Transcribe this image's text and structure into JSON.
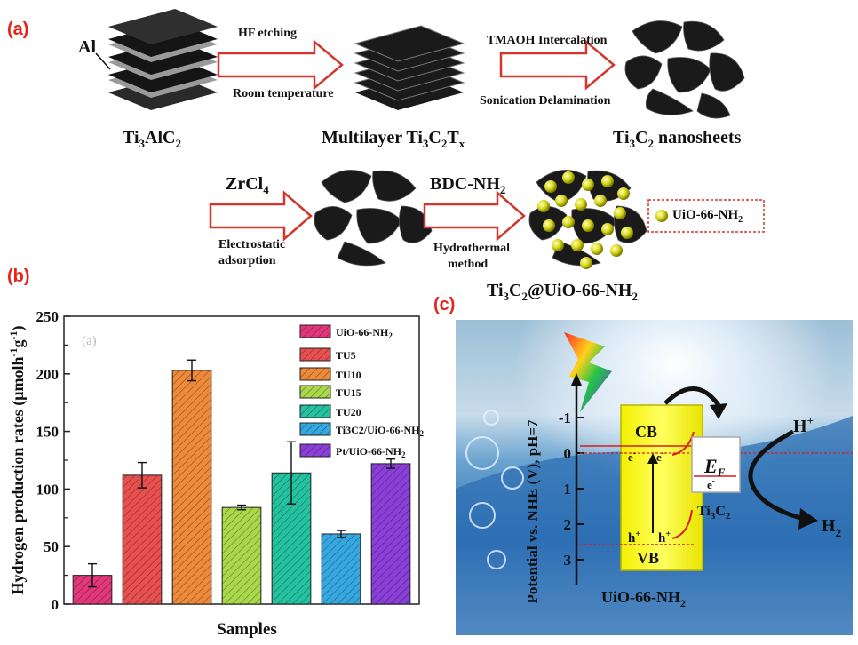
{
  "panels": {
    "a": "(a)",
    "b": "(b)",
    "c": "(c)"
  },
  "scheme": {
    "al_label": "Al",
    "step1_top": "HF etching",
    "step1_bottom": "Room temperature",
    "step2_top": "TMAOH Intercalation",
    "step2_bottom": "Sonication Delamination",
    "step3_top": "ZrCl",
    "step3_top_sub": "4",
    "step3_bottom_1": "Electrostatic",
    "step3_bottom_2": "adsorption",
    "step4_top": "BDC-NH",
    "step4_top_sub": "2",
    "step4_bottom_1": "Hydrothermal",
    "step4_bottom_2": "method",
    "legend_text": "UiO-66-NH",
    "legend_sub": "2",
    "mat1": {
      "a": "Ti",
      "s1": "3",
      "b": "AlC",
      "s2": "2"
    },
    "mat2": {
      "pre": "Multilayer Ti",
      "s1": "3",
      "b": "C",
      "s2": "2",
      "c": "T",
      "s3": "x"
    },
    "mat3": {
      "a": "Ti",
      "s1": "3",
      "b": "C",
      "s2": "2",
      "c": " nanosheets"
    },
    "mat4": {
      "a": "Ti",
      "s1": "3",
      "b": "C",
      "s2": "2",
      "c": "@UiO-66-NH",
      "s3": "2"
    }
  },
  "chart_data": {
    "type": "bar",
    "categories": [
      "UiO-66-NH2",
      "TU5",
      "TU10",
      "TU15",
      "TU20",
      "Ti3C2/UiO-66-NH2",
      "Pt/UiO-66-NH2"
    ],
    "values": [
      25,
      112,
      203,
      84,
      114,
      61,
      122
    ],
    "errors": [
      10,
      11,
      9,
      2,
      27,
      3,
      4
    ],
    "colors": [
      "#e2377a",
      "#e8504f",
      "#ee8a3a",
      "#a9d94a",
      "#24c2a0",
      "#36a8e0",
      "#8a3fd8"
    ],
    "legend": [
      {
        "main": "UiO-66-NH",
        "sub": "2"
      },
      {
        "main": "TU5",
        "sub": ""
      },
      {
        "main": "TU10",
        "sub": ""
      },
      {
        "main": "TU15",
        "sub": ""
      },
      {
        "main": "TU20",
        "sub": ""
      },
      {
        "main": "Ti3C2/UiO-66-NH",
        "sub": "2"
      },
      {
        "main": "Pt/UiO-66-NH",
        "sub": "2"
      }
    ],
    "ylabel": "Hydrogen production rates (μmolh-1g-1)",
    "ylabel_parts": {
      "a": "Hydrogen production rates (μmolh",
      "s1": "-1",
      "b": "g",
      "s2": "-1",
      "c": ")"
    },
    "xlabel": "Samples",
    "ylim": [
      0,
      250
    ],
    "yticks": [
      0,
      50,
      100,
      150,
      200,
      250
    ],
    "inner_tag": "(a)",
    "legend_placement": "top-right"
  },
  "diagram": {
    "ylabel": "Potential vs. NHE (V), pH=7",
    "ticks": [
      "-1",
      "0",
      "1",
      "2",
      "3"
    ],
    "cb": "CB",
    "vb": "VB",
    "ef": "E",
    "ef_sub": "F",
    "electron": "e",
    "electron_sup": "-",
    "hole": "h",
    "hole_sup": "+",
    "ti3c2": "Ti",
    "ti3c2_s1": "3",
    "ti3c2_b": "C",
    "ti3c2_s2": "2",
    "uio": "UiO-66-NH",
    "uio_sub": "2",
    "hplus": "H",
    "hplus_sup": "+",
    "h2": "H",
    "h2_sub": "2"
  }
}
